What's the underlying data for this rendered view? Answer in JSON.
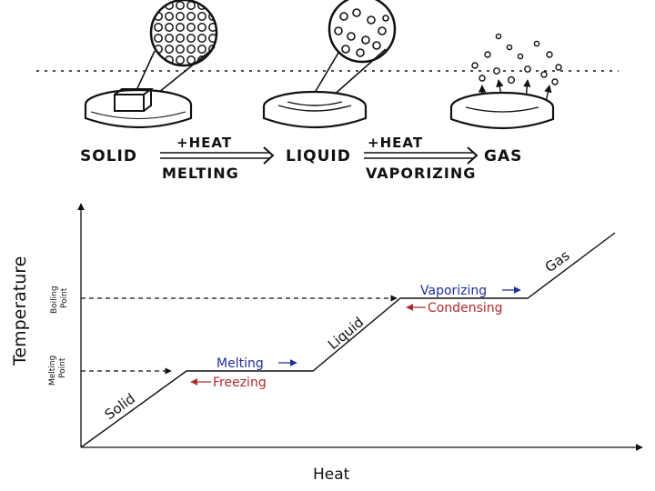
{
  "illustration": {
    "states": [
      "SOLID",
      "LIQUID",
      "GAS"
    ],
    "heat_labels": [
      "+HEAT",
      "+HEAT"
    ],
    "processes": [
      "MELTING",
      "VAPORIZING"
    ]
  },
  "graph": {
    "y_title": "Temperature",
    "x_title": "Heat",
    "boiling_point": [
      "Boiling",
      "Point"
    ],
    "melting_point": [
      "Melting",
      "Point"
    ],
    "phase_labels": {
      "solid": "Solid",
      "liquid": "Liquid",
      "gas": "Gas"
    },
    "transitions": {
      "melting": "Melting",
      "freezing": "Freezing",
      "vaporizing": "Vaporizing",
      "condensing": "Condensing"
    }
  },
  "colors": {
    "ink": "#111111",
    "forward": "#1f2f9a",
    "reverse": "#b02a2a"
  }
}
